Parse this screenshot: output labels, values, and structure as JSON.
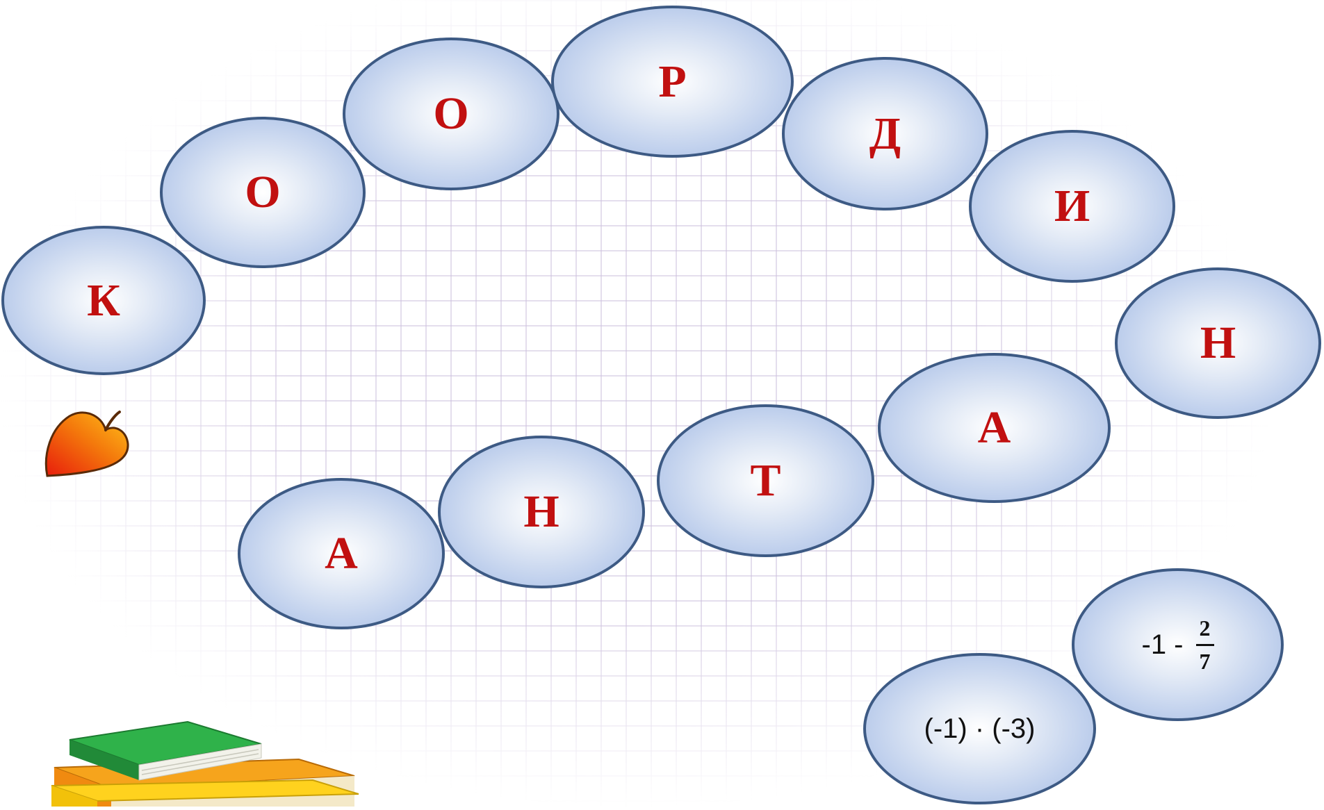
{
  "letters": [
    "К",
    "О",
    "О",
    "Р",
    "Д",
    "И",
    "Н",
    "А",
    "Т",
    "Н",
    "А"
  ],
  "expressions": {
    "product": "(-1) · (-3)",
    "difference": {
      "prefix": "-1 -",
      "numerator": "2",
      "denominator": "7"
    }
  },
  "colors": {
    "letter": "#c11010",
    "oval_border": "#3d5a84",
    "oval_fill": "#b5c8ea",
    "grid": "#cec2de"
  },
  "icons": [
    "leaf-icon",
    "books-icon"
  ]
}
